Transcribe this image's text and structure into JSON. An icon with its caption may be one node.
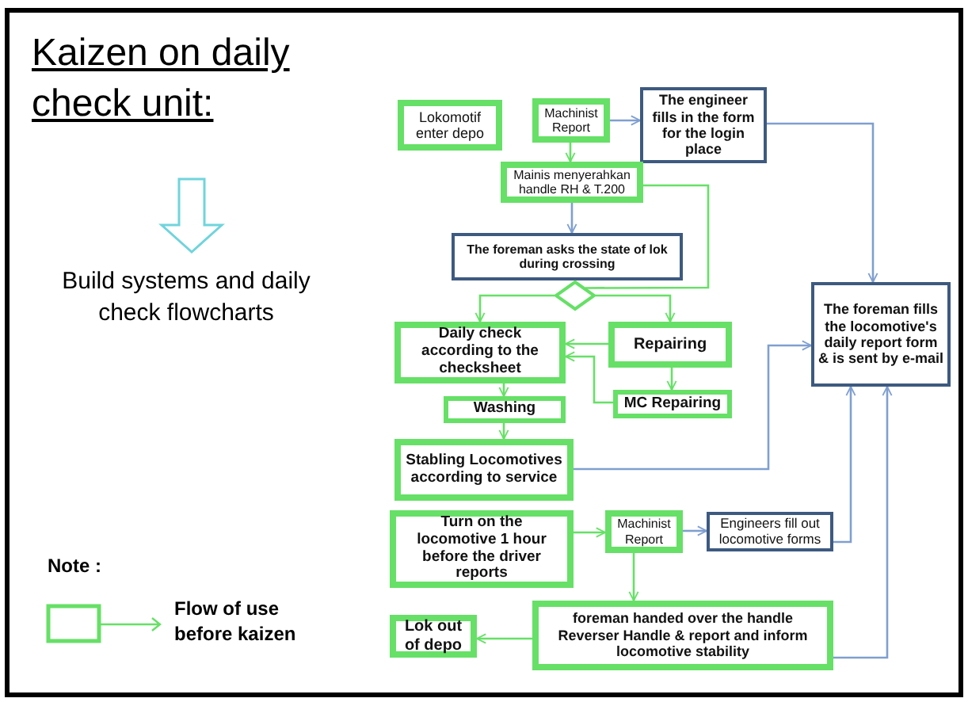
{
  "diagram": {
    "title": "Kaizen on daily check unit:",
    "nodes": [
      {
        "text": [
          "Lokomotif enter depo"
        ]
      },
      {
        "text": [
          "Machinist Report"
        ]
      },
      {
        "text": [
          "The engineer fills in the form for the login place"
        ]
      },
      {
        "text": [
          "Mainis menyerahkan handle RH & T.200"
        ]
      },
      {
        "text": [
          "The foreman asks the state of lok during crossing"
        ]
      },
      {
        "text": [],
        "shape": "diamond"
      },
      {
        "text": [
          "Daily check according to the checksheet"
        ]
      },
      {
        "text": [
          "Repairing"
        ]
      },
      {
        "text": [
          "MC Repairing"
        ]
      },
      {
        "text": [
          "Washing"
        ]
      },
      {
        "text": [
          "Stabling Locomotives according to service"
        ]
      },
      {
        "text": [
          "Turn on the locomotive 1 hour before the driver reports"
        ]
      },
      {
        "text": [
          "Machinist Report"
        ]
      },
      {
        "text": [
          "Engineers fill out locomotive forms"
        ]
      },
      {
        "text": [
          "foreman handed over the handle Reverser Handle & report and inform locomotive stability"
        ]
      },
      {
        "text": [
          "Lok out of depo"
        ]
      },
      {
        "text": [
          "The foreman fills the locomotive's daily report form & is sent by e-mail"
        ]
      }
    ],
    "edges": [
      {
        "from": 1,
        "to": 2,
        "arrow": "to",
        "color": "#7f9fcf"
      },
      {
        "from": 1,
        "to": 3,
        "arrow": "to"
      },
      {
        "from": 3,
        "to": 4,
        "arrow": "to",
        "color": "#7f9fcf"
      },
      {
        "from": 3,
        "to": 5,
        "arrow": "none"
      },
      {
        "from": 5,
        "to": 6,
        "arrow": "to"
      },
      {
        "from": 5,
        "to": 7,
        "arrow": "to"
      },
      {
        "from": 7,
        "to": 6,
        "arrow": "to"
      },
      {
        "from": 7,
        "to": 8,
        "arrow": "to"
      },
      {
        "from": 8,
        "to": 6,
        "arrow": "to"
      },
      {
        "from": 6,
        "to": 9,
        "arrow": "to"
      },
      {
        "from": 9,
        "to": 10,
        "arrow": "to"
      },
      {
        "from": 10,
        "to": 16,
        "arrow": "to",
        "color": "#7f9fcf"
      },
      {
        "from": 11,
        "to": 12,
        "arrow": "to"
      },
      {
        "from": 12,
        "to": 13,
        "arrow": "to",
        "color": "#7f9fcf"
      },
      {
        "from": 12,
        "to": 14,
        "arrow": "to"
      },
      {
        "from": 14,
        "to": 15,
        "arrow": "to"
      },
      {
        "from": 2,
        "to": 16,
        "arrow": "to",
        "color": "#7f9fcf"
      },
      {
        "from": 13,
        "to": 16,
        "arrow": "to",
        "color": "#7f9fcf"
      },
      {
        "from": 14,
        "to": 16,
        "arrow": "to",
        "color": "#7f9fcf"
      }
    ],
    "labels": [
      "Build systems and daily check flowcharts",
      "Note :"
    ],
    "legend": [
      {
        "text": "Flow of use before kaizen"
      }
    ]
  }
}
